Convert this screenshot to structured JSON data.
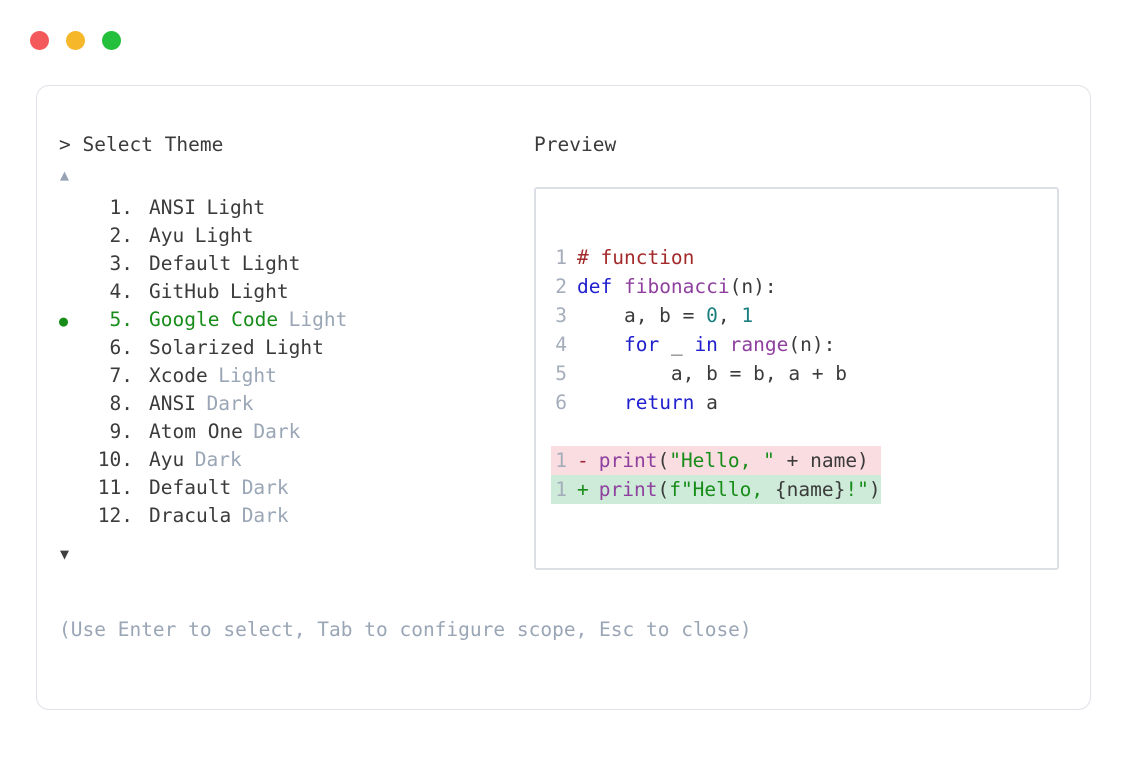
{
  "window": {
    "traffic_lights": [
      {
        "name": "close",
        "color": "#f3595b"
      },
      {
        "name": "minimize",
        "color": "#f7b72a"
      },
      {
        "name": "maximize",
        "color": "#25c03b"
      }
    ]
  },
  "selector": {
    "prompt_symbol": ">",
    "title": "Select Theme",
    "scroll_up_glyph": "▲",
    "scroll_down_glyph": "▼",
    "selected_index": 5,
    "selected_bullet": "●",
    "items": [
      {
        "index": "1.",
        "name": "ANSI",
        "variant": "Light",
        "variant_muted": false,
        "selected": false
      },
      {
        "index": "2.",
        "name": "Ayu",
        "variant": "Light",
        "variant_muted": false,
        "selected": false
      },
      {
        "index": "3.",
        "name": "Default",
        "variant": "Light",
        "variant_muted": false,
        "selected": false
      },
      {
        "index": "4.",
        "name": "GitHub",
        "variant": "Light",
        "variant_muted": false,
        "selected": false
      },
      {
        "index": "5.",
        "name": "Google Code",
        "variant": "Light",
        "variant_muted": true,
        "selected": true
      },
      {
        "index": "6.",
        "name": "Solarized",
        "variant": "Light",
        "variant_muted": false,
        "selected": false
      },
      {
        "index": "7.",
        "name": "Xcode",
        "variant": "Light",
        "variant_muted": true,
        "selected": false
      },
      {
        "index": "8.",
        "name": "ANSI",
        "variant": "Dark",
        "variant_muted": true,
        "selected": false
      },
      {
        "index": "9.",
        "name": "Atom One",
        "variant": "Dark",
        "variant_muted": true,
        "selected": false
      },
      {
        "index": "10.",
        "name": "Ayu",
        "variant": "Dark",
        "variant_muted": true,
        "selected": false
      },
      {
        "index": "11.",
        "name": "Default",
        "variant": "Dark",
        "variant_muted": true,
        "selected": false
      },
      {
        "index": "12.",
        "name": "Dracula",
        "variant": "Dark",
        "variant_muted": true,
        "selected": false
      }
    ],
    "hint": "(Use Enter to select, Tab to configure scope, Esc to close)"
  },
  "preview": {
    "title": "Preview",
    "code_lines": [
      {
        "ln": "1",
        "tokens": [
          {
            "t": "# function",
            "c": "comment"
          }
        ]
      },
      {
        "ln": "2",
        "tokens": [
          {
            "t": "def ",
            "c": "kw"
          },
          {
            "t": "fibonacci",
            "c": "fn"
          },
          {
            "t": "(n):",
            "c": "plain"
          }
        ]
      },
      {
        "ln": "3",
        "tokens": [
          {
            "t": "    a, b = ",
            "c": "plain"
          },
          {
            "t": "0",
            "c": "num"
          },
          {
            "t": ", ",
            "c": "plain"
          },
          {
            "t": "1",
            "c": "num"
          }
        ]
      },
      {
        "ln": "4",
        "tokens": [
          {
            "t": "    ",
            "c": "plain"
          },
          {
            "t": "for",
            "c": "kw"
          },
          {
            "t": " _ ",
            "c": "plain"
          },
          {
            "t": "in",
            "c": "kw"
          },
          {
            "t": " ",
            "c": "plain"
          },
          {
            "t": "range",
            "c": "fn"
          },
          {
            "t": "(n):",
            "c": "plain"
          }
        ]
      },
      {
        "ln": "5",
        "tokens": [
          {
            "t": "        a, b = b, a + b",
            "c": "plain"
          }
        ]
      },
      {
        "ln": "6",
        "tokens": [
          {
            "t": "    ",
            "c": "plain"
          },
          {
            "t": "return",
            "c": "kw"
          },
          {
            "t": " a",
            "c": "plain"
          }
        ]
      }
    ],
    "diff_lines": [
      {
        "ln": "1",
        "kind": "del",
        "mark": "-",
        "tokens": [
          {
            "t": "print",
            "c": "fn"
          },
          {
            "t": "(",
            "c": "plain"
          },
          {
            "t": "\"Hello, \"",
            "c": "str"
          },
          {
            "t": " + name)",
            "c": "plain"
          }
        ]
      },
      {
        "ln": "1",
        "kind": "add",
        "mark": "+",
        "tokens": [
          {
            "t": "print",
            "c": "fn"
          },
          {
            "t": "(",
            "c": "plain"
          },
          {
            "t": "f\"Hello, ",
            "c": "str"
          },
          {
            "t": "{name}",
            "c": "plain"
          },
          {
            "t": "!\"",
            "c": "str"
          },
          {
            "t": ")",
            "c": "plain"
          }
        ]
      }
    ]
  },
  "colors": {
    "page_bg": "#ffffff",
    "card_border": "#dfe2e8",
    "preview_border": "#dcdfe6",
    "text": "#3b3b3b",
    "muted": "#9aa6b6",
    "accent_green": "#178c18",
    "diff_del_bg": "#fadde1",
    "diff_add_bg": "#cdebd8",
    "diff_del_mark": "#9d2235",
    "syntax_comment": "#a32a2a",
    "syntax_keyword": "#2020cf",
    "syntax_function": "#8f3f9e",
    "syntax_number": "#1a7f7f",
    "syntax_string": "#178c18"
  }
}
